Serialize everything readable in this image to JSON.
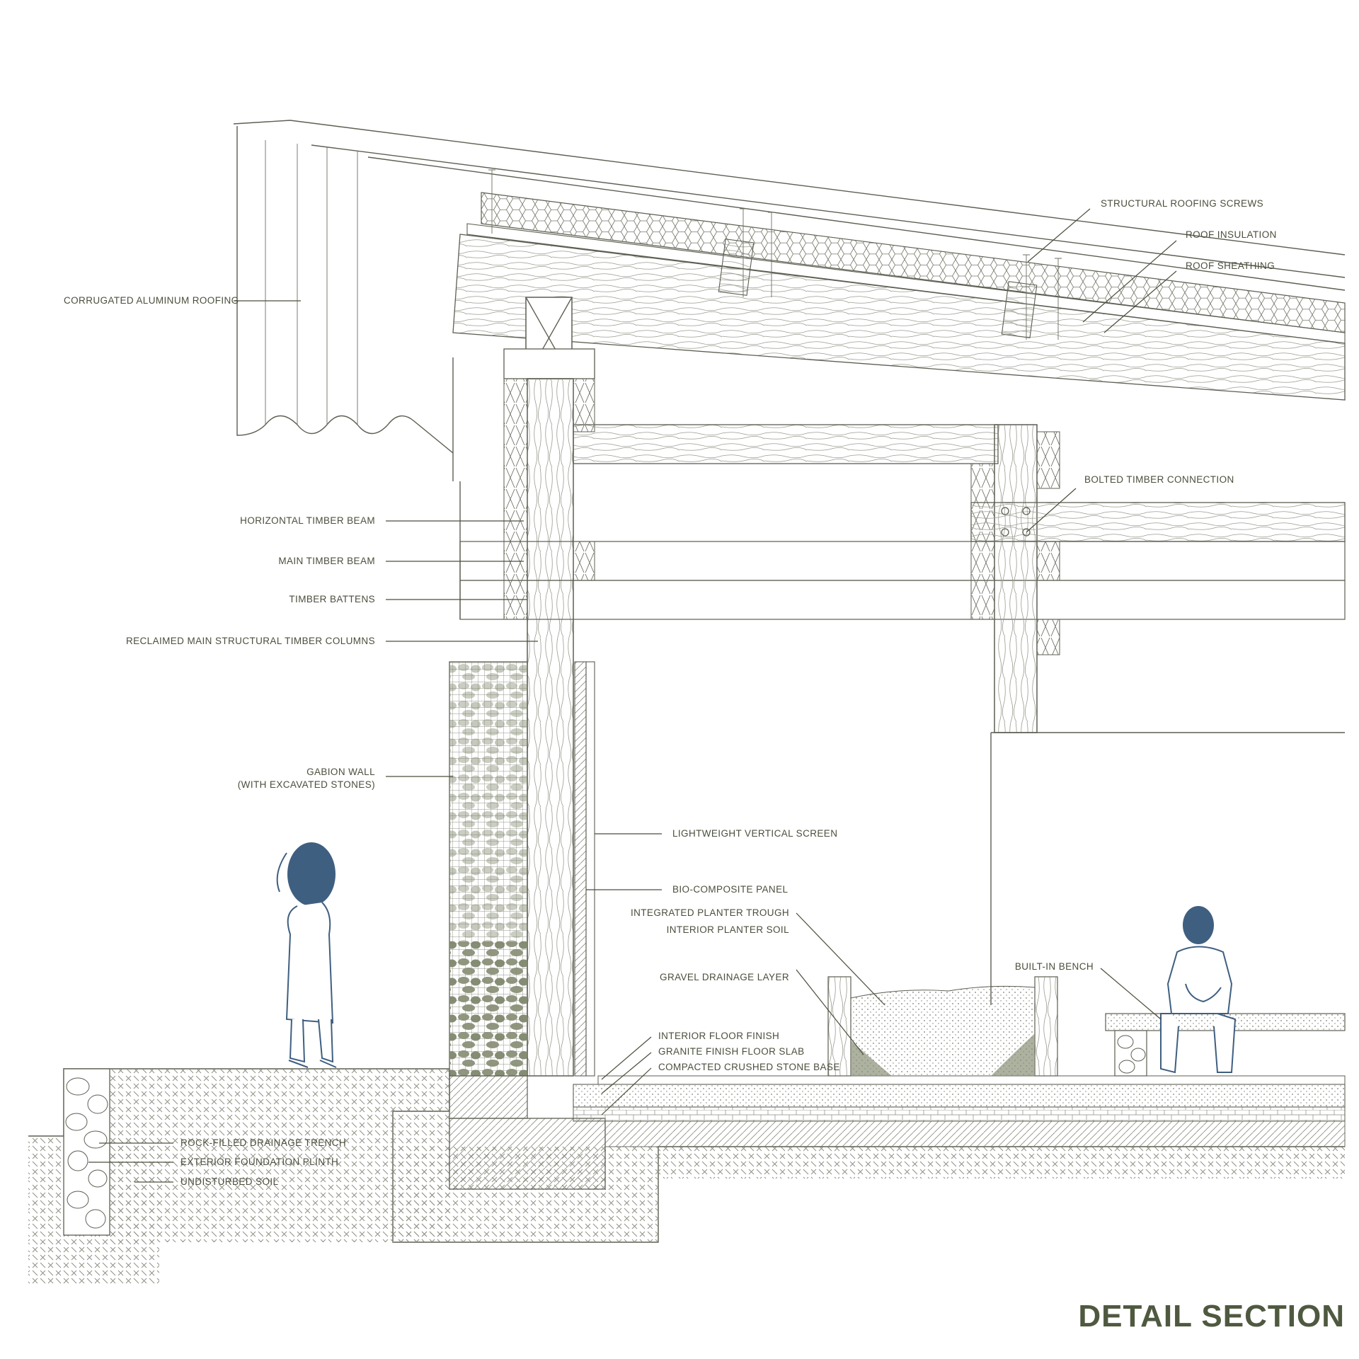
{
  "title": "DETAIL SECTION",
  "labels": {
    "structural_roofing_screws": "STRUCTURAL ROOFING SCREWS",
    "roof_insulation": "ROOF INSULATION",
    "roof_sheathing": "ROOF SHEATHING",
    "corrugated_aluminum_roofing": "CORRUGATED ALUMINUM ROOFING",
    "bolted_timber_connection": "BOLTED TIMBER CONNECTION",
    "horizontal_timber_beam": "HORIZONTAL TIMBER BEAM",
    "main_timber_beam": "MAIN TIMBER BEAM",
    "timber_battens": "TIMBER BATTENS",
    "reclaimed_columns": "RECLAIMED MAIN STRUCTURAL TIMBER COLUMNS",
    "gabion_wall_1": "GABION WALL",
    "gabion_wall_2": "(WITH EXCAVATED STONES)",
    "lightweight_vertical_screen": "LIGHTWEIGHT VERTICAL SCREEN",
    "bio_composite_panel": "BIO-COMPOSITE PANEL",
    "integrated_planter_trough": "INTEGRATED PLANTER TROUGH",
    "interior_planter_soil": "INTERIOR PLANTER SOIL",
    "gravel_drainage_layer": "GRAVEL DRAINAGE LAYER",
    "built_in_bench": "BUILT-IN BENCH",
    "interior_floor_finish": "INTERIOR FLOOR FINISH",
    "granite_finish_floor_slab": "GRANITE FINISH FLOOR SLAB",
    "compacted_crushed_stone_base": "COMPACTED CRUSHED STONE BASE",
    "rock_filled_drainage_trench": "ROCK-FILLED DRAINAGE TRENCH",
    "exterior_foundation_plinth": "EXTERIOR FOUNDATION PLINTH",
    "undisturbed_soil": "UNDISTURBED SOIL"
  },
  "colors": {
    "line": "#5c5f52",
    "text": "#4a4f3c",
    "title": "#4f5940",
    "stone": "#8a9078",
    "figure": "#3f5f80"
  }
}
